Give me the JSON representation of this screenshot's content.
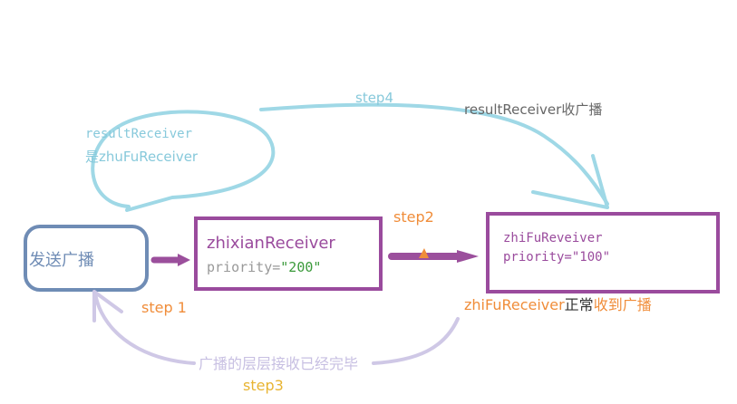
{
  "colors": {
    "purple_box": "#9a4b9d",
    "purple_arrow": "#9b4f9c",
    "blue_box": "#6f8cb5",
    "cyan": "#9fd8e6",
    "cyan_text": "#87c9db",
    "lavender": "#cfc8e6",
    "orange": "#f08d3a",
    "gold": "#e8b432",
    "gray_text": "#666666",
    "green_code": "#3b9a3b"
  },
  "bubble": {
    "line1": "resultReceiver",
    "line2": "是zhuFuReceiver"
  },
  "sender_box": {
    "label": "发送广播"
  },
  "zhixian_box": {
    "name": "zhixianReceiver",
    "priority_key": "priority=",
    "priority_value": "\"200\""
  },
  "zhifu_box": {
    "name": "zhiFuReveiver",
    "priority_key": "priority=",
    "priority_value": "\"100\""
  },
  "labels": {
    "step1": "step 1",
    "step2": "step2",
    "step3": "step3",
    "step4": "step4",
    "result_receive": "resultReceiver收广播",
    "zhifu_normal_a": "zhiFuReceiver",
    "zhifu_normal_b": "正常",
    "zhifu_normal_c": "收到广播",
    "finished": "广播的层层接收已经完毕"
  }
}
